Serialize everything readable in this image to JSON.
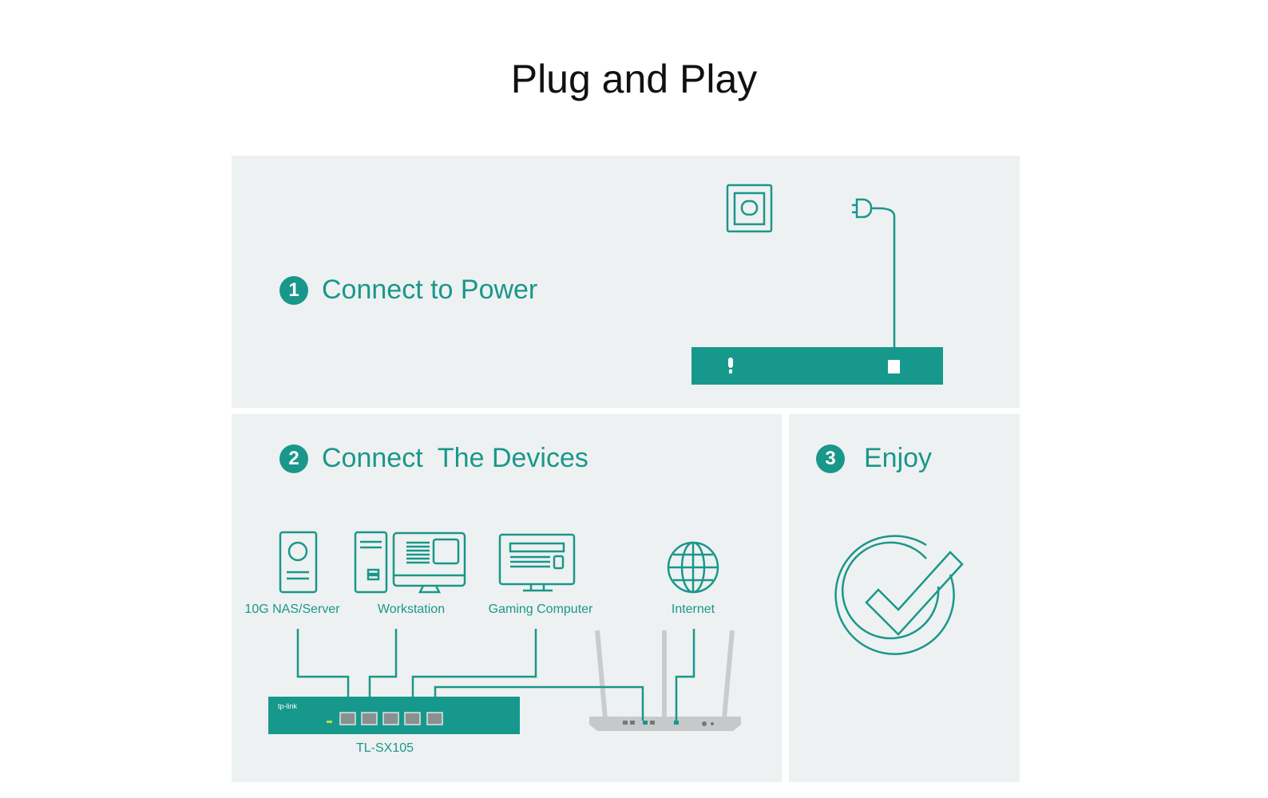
{
  "title": "Plug and Play",
  "steps": [
    {
      "number": "1",
      "label": "Connect to Power"
    },
    {
      "number": "2",
      "label": "Connect  The Devices"
    },
    {
      "number": "3",
      "label": "Enjoy"
    }
  ],
  "devices": [
    "10G NAS/Server",
    "Workstation",
    "Gaming Computer",
    "Internet"
  ],
  "switch_model": "TL-SX105",
  "brand": "tp-link",
  "colors": {
    "accent": "#1a978b",
    "panel": "#eef1f1"
  }
}
